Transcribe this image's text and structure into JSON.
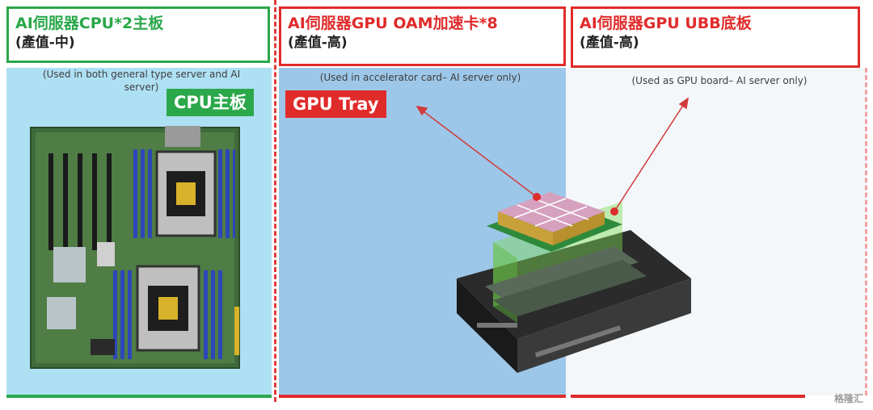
{
  "panels": [
    {
      "title_line1": "AI伺服器CPU*2主板",
      "title_line2": "(產值-中)",
      "note": "(Used in both general type server and AI server)",
      "badge": "CPU主板",
      "color": "#2aa84a",
      "bg": "#aee0f4"
    },
    {
      "title_line1": "AI伺服器GPU OAM加速卡*8",
      "title_line2": "(產值-高)",
      "note": "(Used in accelerator card– AI server only)",
      "badge": "GPU Tray",
      "color": "#e02b2b",
      "bg": "#9dc7e8"
    },
    {
      "title_line1": "AI伺服器GPU UBB底板",
      "title_line2": "(產值-高)",
      "note": "(Used as GPU board– AI server only)",
      "color": "#e02b2b",
      "bg": "#f4f7fa"
    }
  ],
  "watermark": "格隆汇"
}
